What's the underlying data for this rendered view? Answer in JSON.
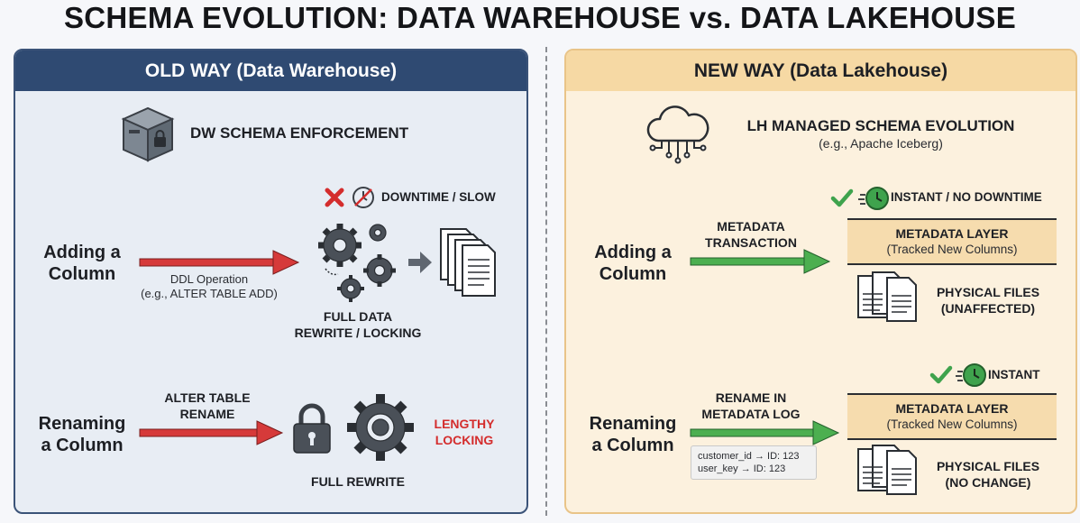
{
  "title": "SCHEMA EVOLUTION: DATA WAREHOUSE vs. DATA LAKEHOUSE",
  "old_way": {
    "header": "OLD WAY (Data Warehouse)",
    "section_title": "DW SCHEMA ENFORCEMENT",
    "downtime_label": "DOWNTIME / SLOW",
    "add": {
      "label_line1": "Adding a",
      "label_line2": "Column",
      "op_line1": "DDL Operation",
      "op_line2": "(e.g., ALTER TABLE ADD)",
      "result_line1": "FULL DATA",
      "result_line2": "REWRITE / LOCKING"
    },
    "rename": {
      "label_line1": "Renaming",
      "label_line2": "a Column",
      "op_line1": "ALTER TABLE",
      "op_line2": "RENAME",
      "warn_line1": "LENGTHY",
      "warn_line2": "LOCKING",
      "result": "FULL REWRITE"
    }
  },
  "new_way": {
    "header": "NEW WAY (Data Lakehouse)",
    "section_title": "LH MANAGED SCHEMA EVOLUTION",
    "section_subtitle": "(e.g., Apache Iceberg)",
    "add": {
      "status": "INSTANT / NO DOWNTIME",
      "label_line1": "Adding a",
      "label_line2": "Column",
      "op_line1": "METADATA",
      "op_line2": "TRANSACTION",
      "meta_title": "METADATA LAYER",
      "meta_sub": "(Tracked New Columns)",
      "files_line1": "PHYSICAL FILES",
      "files_line2": "(UNAFFECTED)"
    },
    "rename": {
      "status": "INSTANT",
      "label_line1": "Renaming",
      "label_line2": "a Column",
      "op_line1": "RENAME IN",
      "op_line2": "METADATA LOG",
      "log_line1": "customer_id → ID: 123",
      "log_line2": "user_key → ID: 123",
      "meta_title": "METADATA LAYER",
      "meta_sub": "(Tracked New Columns)",
      "files_line1": "PHYSICAL FILES",
      "files_line2": "(NO CHANGE)"
    }
  },
  "colors": {
    "red_arrow": "#d63a3a",
    "green_arrow": "#4caf50",
    "navy": "#2f4a72",
    "peach": "#f6d9a4"
  }
}
